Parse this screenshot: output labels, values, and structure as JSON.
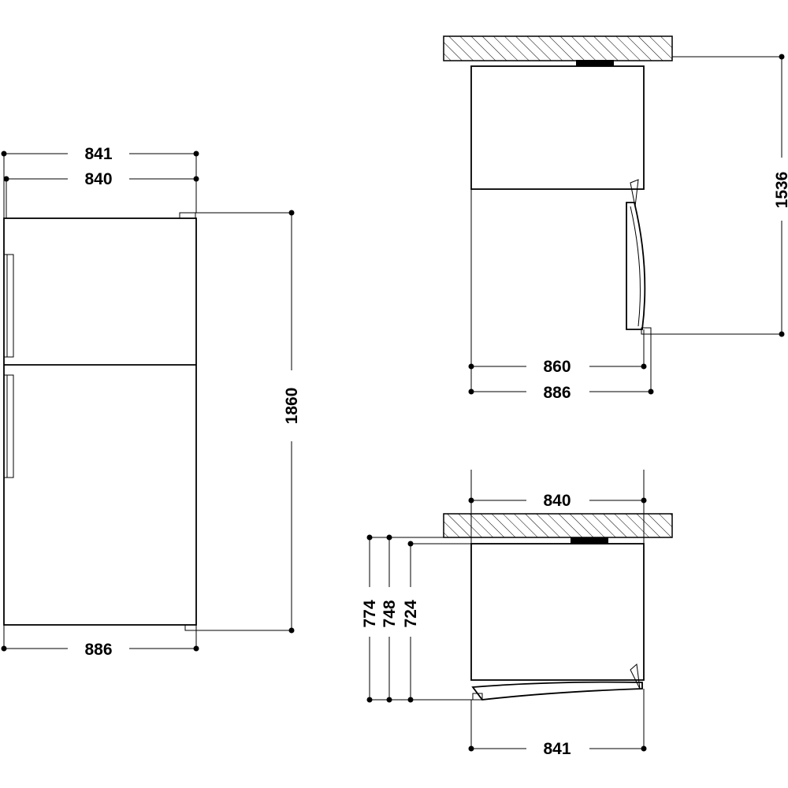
{
  "front_view": {
    "width_top_1": "841",
    "width_top_2": "840",
    "height": "1860",
    "width_bottom": "886"
  },
  "side_view": {
    "height": "1536",
    "depth_1": "860",
    "depth_2": "886"
  },
  "top_view": {
    "width_top": "840",
    "depth_1": "774",
    "depth_2": "748",
    "depth_3": "724",
    "width_bottom": "841"
  },
  "colors": {
    "line": "#000000",
    "background": "#ffffff"
  }
}
